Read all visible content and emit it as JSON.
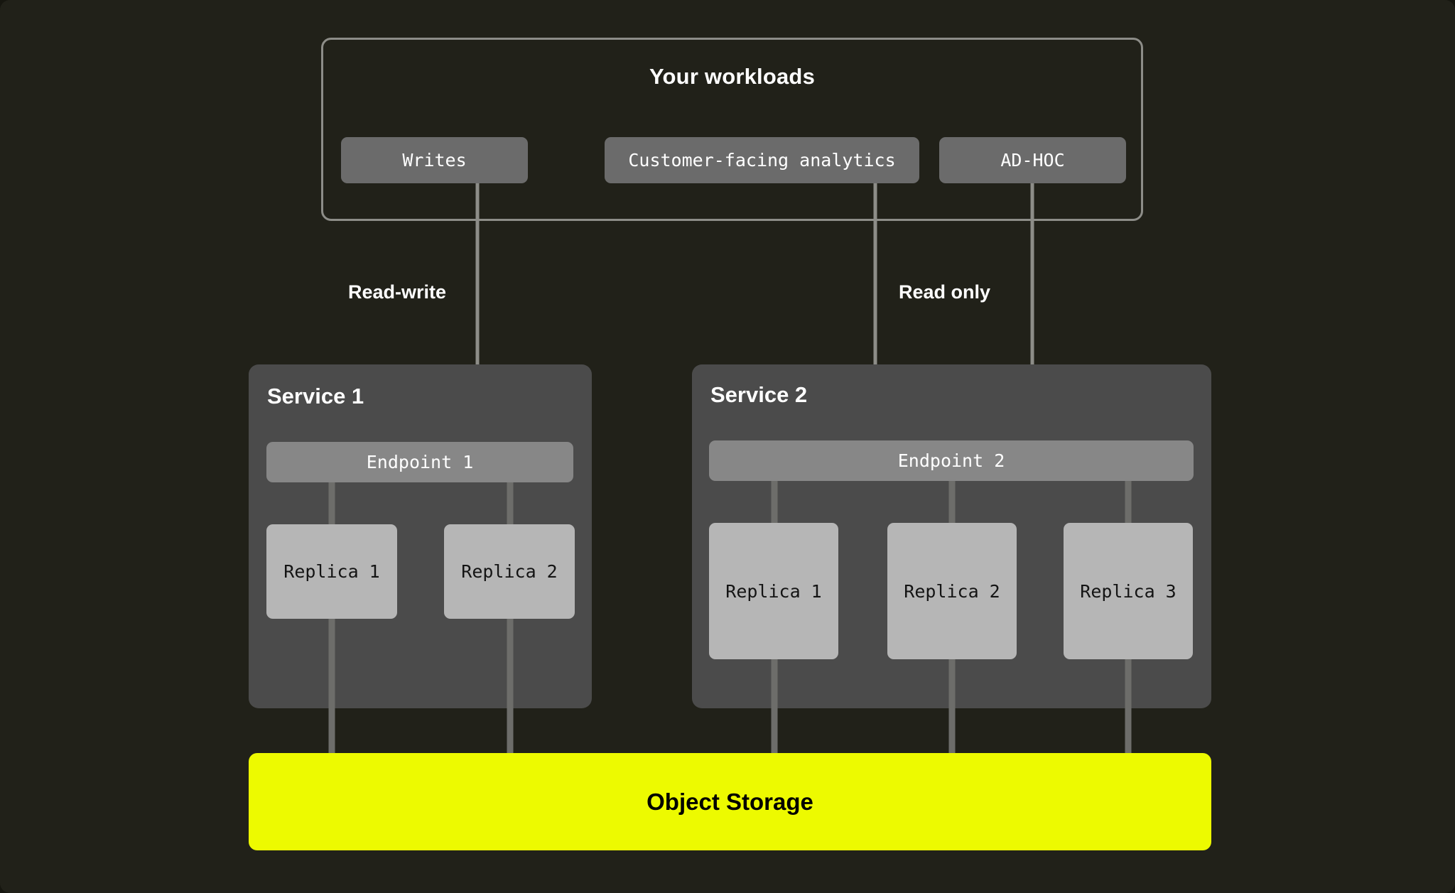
{
  "theme": {
    "background": "#212119",
    "panel": "#4b4b4b",
    "pill": "#6b6b6b",
    "endpoint": "#878787",
    "replica": "#b6b6b6",
    "accent_yellow": "#edfa00",
    "line": "#8d8d88",
    "text_light": "#ffffff",
    "text_dark": "#141414"
  },
  "workloads": {
    "title": "Your workloads",
    "items": [
      {
        "label": "Writes"
      },
      {
        "label": "Customer-facing analytics"
      },
      {
        "label": "AD-HOC"
      }
    ]
  },
  "flows": [
    {
      "label": "Read-write"
    },
    {
      "label": "Read only"
    }
  ],
  "services": [
    {
      "title": "Service 1",
      "endpoint": "Endpoint 1",
      "replicas": [
        {
          "label": "Replica 1"
        },
        {
          "label": "Replica 2"
        }
      ]
    },
    {
      "title": "Service 2",
      "endpoint": "Endpoint 2",
      "replicas": [
        {
          "label": "Replica 1"
        },
        {
          "label": "Replica 2"
        },
        {
          "label": "Replica 3"
        }
      ]
    }
  ],
  "storage": {
    "label": "Object Storage"
  }
}
